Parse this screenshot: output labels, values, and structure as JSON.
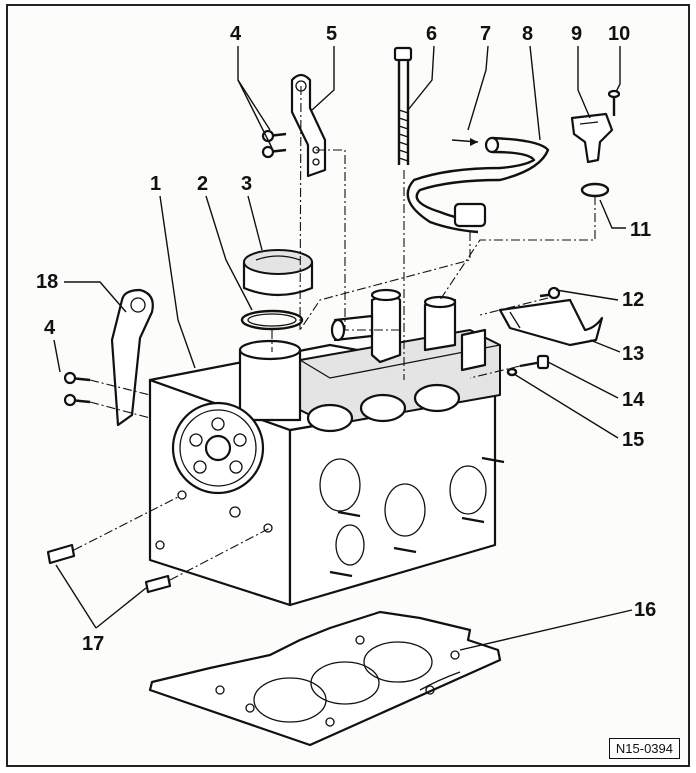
{
  "figure_ref": "N15-0394",
  "callouts": [
    {
      "id": "1",
      "label": "1"
    },
    {
      "id": "2",
      "label": "2"
    },
    {
      "id": "3",
      "label": "3"
    },
    {
      "id": "4a",
      "label": "4"
    },
    {
      "id": "4b",
      "label": "4"
    },
    {
      "id": "5",
      "label": "5"
    },
    {
      "id": "6",
      "label": "6"
    },
    {
      "id": "7",
      "label": "7"
    },
    {
      "id": "8",
      "label": "8"
    },
    {
      "id": "9",
      "label": "9"
    },
    {
      "id": "10",
      "label": "10"
    },
    {
      "id": "11",
      "label": "11"
    },
    {
      "id": "12",
      "label": "12"
    },
    {
      "id": "13",
      "label": "13"
    },
    {
      "id": "14",
      "label": "14"
    },
    {
      "id": "15",
      "label": "15"
    },
    {
      "id": "16",
      "label": "16"
    },
    {
      "id": "17",
      "label": "17"
    },
    {
      "id": "18",
      "label": "18"
    }
  ]
}
